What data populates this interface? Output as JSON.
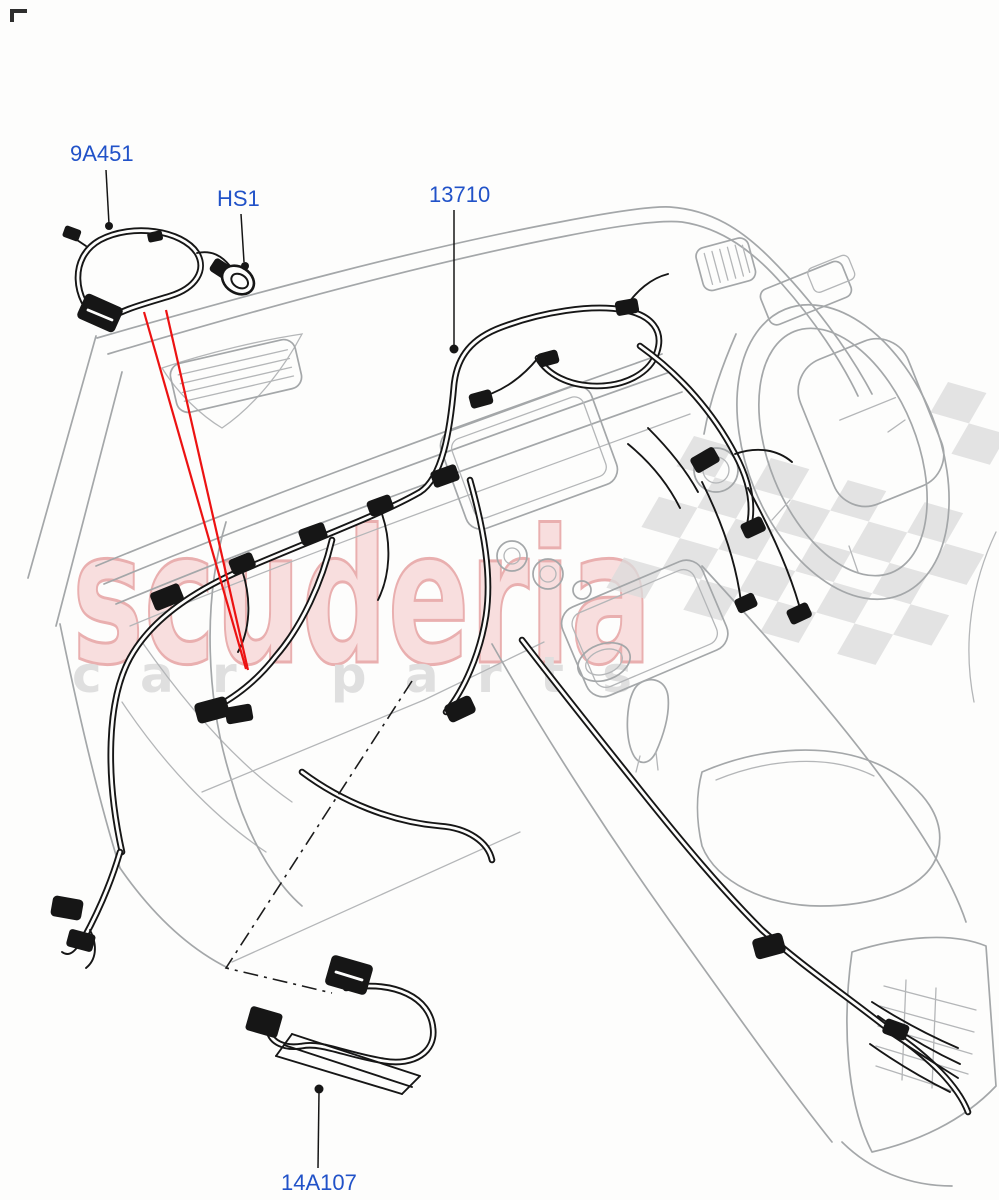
{
  "page": {
    "background_color": "#FDFDFC",
    "type": "parts-diagram"
  },
  "watermark": {
    "brand": "scuderia",
    "tagline": "car parts",
    "brand_fill": "#F8DEDE",
    "brand_outline": "#E9AFAF",
    "tagline_color": "#DFDFDF",
    "flag_color": "#DBDBDB"
  },
  "labels": {
    "color": "#2152C8",
    "items": [
      {
        "id": "9A451",
        "text": "9A451"
      },
      {
        "id": "HS1",
        "text": "HS1"
      },
      {
        "id": "13710",
        "text": "13710"
      },
      {
        "id": "14A107",
        "text": "14A107"
      }
    ]
  },
  "leaders": {
    "line_color": "#161616",
    "locator_line_color": "#EC1212",
    "phantom_line_style": "dash-dot"
  },
  "drawing": {
    "subject": "instrument panel wiring harness",
    "panel_line_color": "#A4A7A9",
    "harness_line_color": "#161616"
  }
}
